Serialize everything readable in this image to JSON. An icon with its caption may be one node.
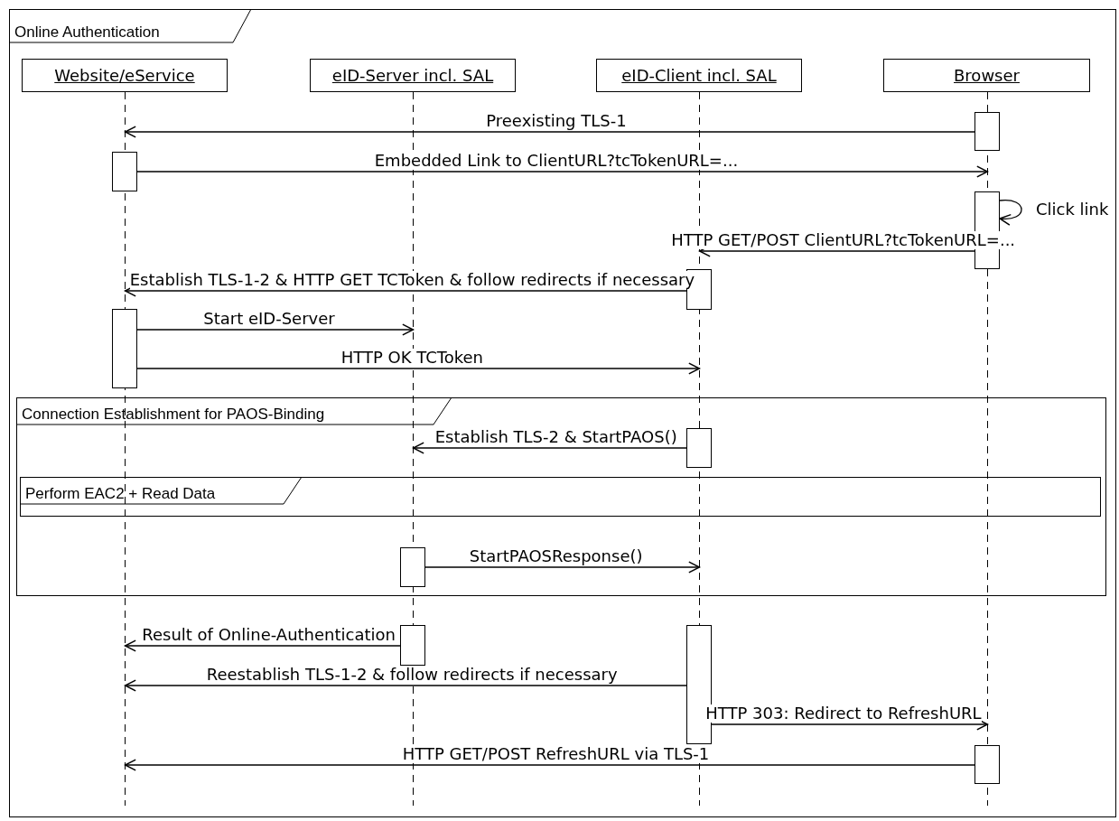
{
  "diagram": {
    "nodes": [
      {
        "text": [
          "Online Authentication"
        ]
      },
      {
        "text": [
          "Website/eService"
        ],
        "in": 0
      },
      {
        "text": [
          "eID-Server incl. SAL"
        ],
        "in": 0
      },
      {
        "text": [
          "eID-Client incl. SAL"
        ],
        "in": 0
      },
      {
        "text": [
          "Browser"
        ],
        "in": 0
      },
      {
        "text": [],
        "shape": "line",
        "in": 0
      },
      {
        "text": [],
        "shape": "line",
        "in": 0
      },
      {
        "text": [],
        "shape": "line",
        "in": 0
      },
      {
        "text": [],
        "shape": "line",
        "in": 0
      },
      {
        "text": [],
        "shape": "bar",
        "in": 0
      },
      {
        "text": [],
        "shape": "bar",
        "in": 0
      },
      {
        "text": [],
        "shape": "bar",
        "in": 0
      },
      {
        "text": [],
        "shape": "bar",
        "in": 0
      },
      {
        "text": [],
        "shape": "bar",
        "in": 0
      },
      {
        "text": [
          "Connection Establishment for PAOS-Binding"
        ],
        "in": 0
      },
      {
        "text": [],
        "shape": "bar",
        "in": 14
      },
      {
        "text": [
          "Perform EAC2 + Read Data"
        ],
        "in": 14
      },
      {
        "text": [],
        "shape": "bar",
        "in": 14
      },
      {
        "text": [],
        "shape": "bar",
        "in": 0
      },
      {
        "text": [],
        "shape": "bar",
        "in": 0
      },
      {
        "text": [],
        "shape": "bar",
        "in": 0
      }
    ],
    "edges": [
      {
        "from": 9,
        "to": 5,
        "arrow": "to",
        "label": "Preexisting TLS-1"
      },
      {
        "from": 10,
        "to": 8,
        "arrow": "to",
        "label": "Embedded Link to ClientURL?tcTokenURL=..."
      },
      {
        "from": 11,
        "to": 11,
        "arrow": "to",
        "label": "Click link"
      },
      {
        "from": 11,
        "to": 7,
        "arrow": "to",
        "label": "HTTP GET/POST ClientURL?tcTokenURL=..."
      },
      {
        "from": 12,
        "to": 5,
        "arrow": "to",
        "label": "Establish TLS-1-2 & HTTP GET TCToken & follow redirects if necessary"
      },
      {
        "from": 13,
        "to": 6,
        "arrow": "to",
        "label": "Start eID-Server"
      },
      {
        "from": 13,
        "to": 7,
        "arrow": "to",
        "label": "HTTP OK TCToken"
      },
      {
        "from": 15,
        "to": 6,
        "arrow": "to",
        "label": "Establish TLS-2 & StartPAOS()"
      },
      {
        "from": 17,
        "to": 7,
        "arrow": "to",
        "label": "StartPAOSResponse()"
      },
      {
        "from": 18,
        "to": 5,
        "arrow": "to",
        "label": "Result of Online-Authentication"
      },
      {
        "from": 19,
        "to": 5,
        "arrow": "to",
        "label": "Reestablish TLS-1-2 & follow redirects if necessary"
      },
      {
        "from": 19,
        "to": 8,
        "arrow": "to",
        "label": "HTTP 303: Redirect to RefreshURL"
      },
      {
        "from": 20,
        "to": 5,
        "arrow": "to",
        "label": "HTTP GET/POST RefreshURL via TLS-1"
      }
    ]
  }
}
